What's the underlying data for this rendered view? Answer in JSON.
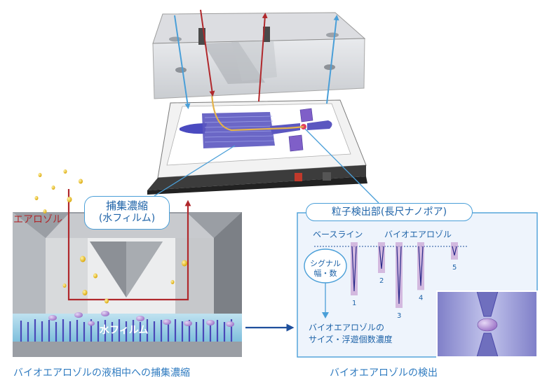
{
  "labels": {
    "aerosol": "エアロゾル",
    "capture_title_line1": "捕集濃縮",
    "capture_title_line2": "(水フィルム)",
    "water_film": "水フィルム",
    "detector_title": "粒子検出部(長尺ナノポア)",
    "baseline": "ベースライン",
    "bioaerosol": "バイオエアロゾル",
    "signal_line1": "シグナル",
    "signal_line2": "幅・数",
    "result_line1": "バイオエアロゾルの",
    "result_line2": "サイズ・浮遊個数濃度",
    "caption_left": "バイオエアロゾルの液相中への捕集濃縮",
    "caption_right": "バイオエアロゾルの検出"
  },
  "pulses": [
    {
      "label": "1",
      "depth": 1.0
    },
    {
      "label": "2",
      "depth": 0.5
    },
    {
      "label": "3",
      "depth": 1.28
    },
    {
      "label": "4",
      "depth": 0.88
    },
    {
      "label": "5",
      "depth": 0.2
    }
  ],
  "colors": {
    "accent_blue": "#1e63a8",
    "callout_border": "#4a9fd8",
    "aerosol_red": "#b0282c",
    "particle_gold": "#e8b820",
    "channel_purple": "#5b57c0"
  }
}
